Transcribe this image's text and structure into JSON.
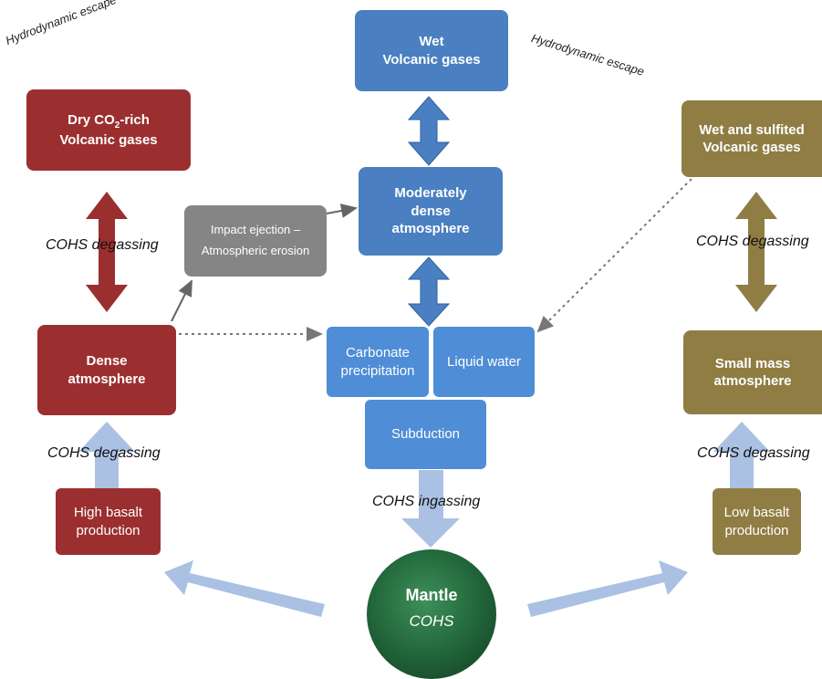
{
  "labels": {
    "escape_left": "Hydrodynamic escape",
    "escape_right": "Hydrodynamic escape",
    "cohs_degassing_left_top": "COHS degassing",
    "cohs_degassing_left_bottom": "COHS degassing",
    "cohs_degassing_right_top": "COHS degassing",
    "cohs_degassing_right_bottom": "COHS degassing",
    "cohs_ingassing": "COHS ingassing"
  },
  "boxes": {
    "wet_volcanic": [
      "Wet",
      "Volcanic gases"
    ],
    "dry_co2": [
      "Dry CO",
      "2",
      "-rich",
      "Volcanic gases"
    ],
    "wet_sulfited": [
      "Wet and sulfited",
      "Volcanic gases"
    ],
    "moderately_dense": [
      "Moderately",
      "dense",
      "atmosphere"
    ],
    "impact": [
      "Impact ejection –",
      "Atmospheric erosion"
    ],
    "dense": [
      "Dense",
      "atmosphere"
    ],
    "carbonate": [
      "Carbonate",
      "precipitation"
    ],
    "liquid_water": "Liquid water",
    "subduction": "Subduction",
    "small_mass": [
      "Small mass",
      "atmosphere"
    ],
    "high_basalt": [
      "High basalt",
      "production"
    ],
    "low_basalt": [
      "Low basalt",
      "production"
    ],
    "mantle": [
      "Mantle",
      "COHS"
    ]
  },
  "colors": {
    "red": "#9b2f30",
    "blue": "#4a7fc1",
    "light_blue": "#4f8dd6",
    "olive": "#8f7d44",
    "grey": "#858585",
    "pale_arrow": "#aac1e3",
    "mantle_green": "#246b3d"
  }
}
